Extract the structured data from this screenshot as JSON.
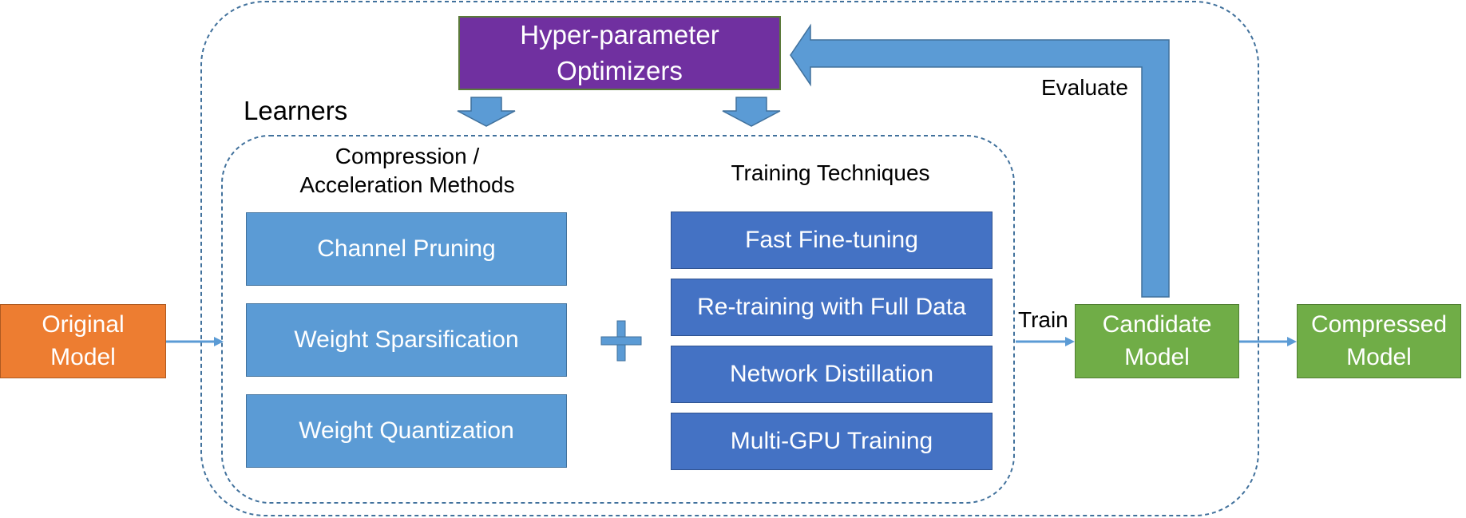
{
  "diagram": {
    "optimizer": {
      "line1": "Hyper-parameter",
      "line2": "Optimizers"
    },
    "learners_label": "Learners",
    "methods_header": {
      "line1": "Compression /",
      "line2": "Acceleration Methods"
    },
    "techniques_header": "Training Techniques",
    "methods": [
      "Channel Pruning",
      "Weight Sparsification",
      "Weight Quantization"
    ],
    "techniques": [
      "Fast Fine-tuning",
      "Re-training with Full Data",
      "Network Distillation",
      "Multi-GPU Training"
    ],
    "plus_symbol": "+",
    "original_model": {
      "line1": "Original",
      "line2": "Model"
    },
    "candidate_model": {
      "line1": "Candidate",
      "line2": "Model"
    },
    "compressed_model": {
      "line1": "Compressed",
      "line2": "Model"
    },
    "train_label": "Train",
    "evaluate_label": "Evaluate"
  },
  "colors": {
    "method_blue": "#5b9bd5",
    "technique_blue": "#4472c4",
    "original_orange": "#ed7d31",
    "model_green": "#70ad47",
    "optimizer_purple": "#7030a0",
    "dashed_border": "#41719c",
    "arrow_blue": "#5b9bd5"
  }
}
